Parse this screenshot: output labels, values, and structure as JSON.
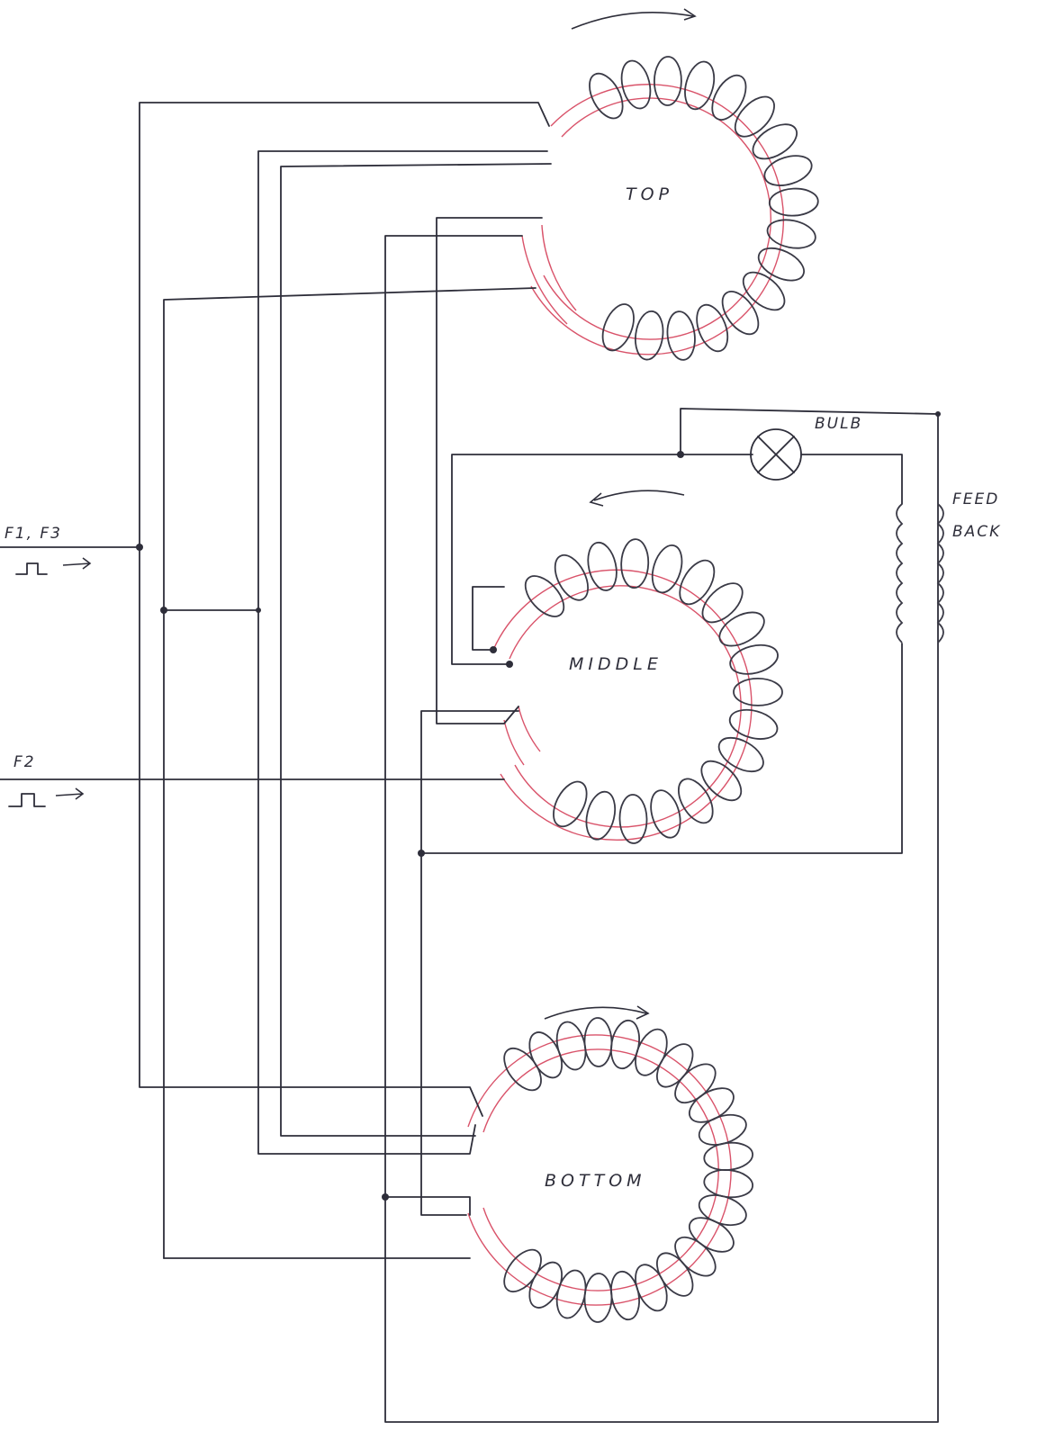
{
  "labels": {
    "top": "TOP",
    "middle": "MIDDLE",
    "bottom": "BOTTOM",
    "bulb": "BULB",
    "feedback_line1": "FEED",
    "feedback_line2": "BACK",
    "input_f1f3": "F1, F3",
    "input_f2": "F2"
  },
  "colors": {
    "wire": "#2e2e3a",
    "core": "#d9536a",
    "coil": "#3a3a46"
  },
  "icons": {
    "pulse": "square-pulse-icon",
    "bulb": "lamp-cross-icon",
    "direction": "curved-arrow-icon"
  }
}
